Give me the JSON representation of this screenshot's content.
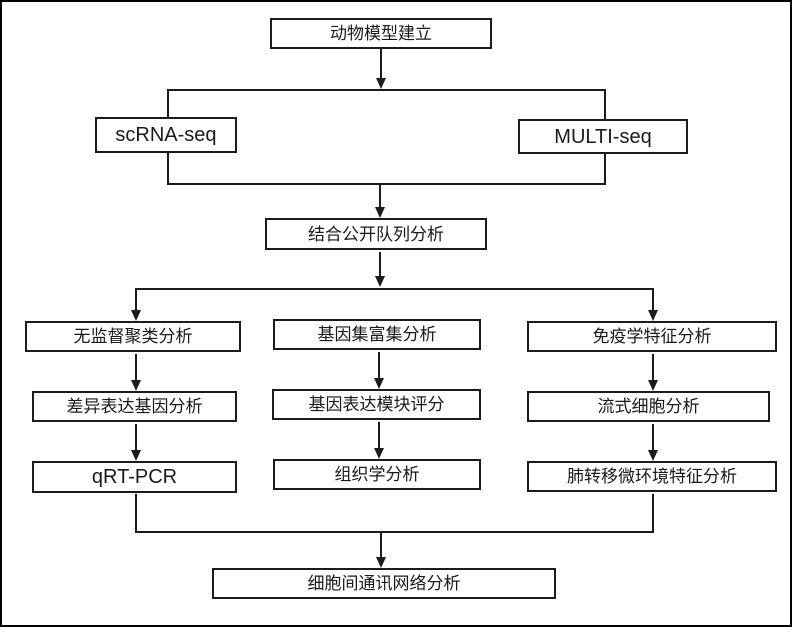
{
  "diagram": {
    "type": "flowchart",
    "background_color": "#ffffff",
    "line_color": "#1c1c1c",
    "box_border_color": "#1c1c1c",
    "box_fill_color": "#ffffff",
    "text_color": "#1a1a1a",
    "nodes": [
      {
        "id": "animal-model-establishment",
        "label": "动物模型建立"
      },
      {
        "id": "scrna-seq",
        "label": "scRNA-seq"
      },
      {
        "id": "multi-seq",
        "label": "MULTI-seq"
      },
      {
        "id": "public-cohort-analysis",
        "label": "结合公开队列分析"
      },
      {
        "id": "unsupervised-clustering",
        "label": "无监督聚类分析"
      },
      {
        "id": "gene-set-enrichment",
        "label": "基因集富集分析"
      },
      {
        "id": "immunological-profiling",
        "label": "免疫学特征分析"
      },
      {
        "id": "differential-expression-analysis",
        "label": "差异表达基因分析"
      },
      {
        "id": "gene-expression-module-scoring",
        "label": "基因表达模块评分"
      },
      {
        "id": "flow-cytometry-analysis",
        "label": "流式细胞分析"
      },
      {
        "id": "qrt-pcr",
        "label": "qRT-PCR"
      },
      {
        "id": "histology-analysis",
        "label": "组织学分析"
      },
      {
        "id": "lung-metastasis-microenvironment",
        "label": "肺转移微环境特征分析"
      },
      {
        "id": "cell-communication-network",
        "label": "细胞间通讯网络分析"
      }
    ],
    "edges": [
      {
        "from": "animal-model-establishment",
        "to": "scrna-seq"
      },
      {
        "from": "animal-model-establishment",
        "to": "multi-seq"
      },
      {
        "from": "scrna-seq",
        "to": "public-cohort-analysis"
      },
      {
        "from": "multi-seq",
        "to": "public-cohort-analysis"
      },
      {
        "from": "public-cohort-analysis",
        "to": "unsupervised-clustering"
      },
      {
        "from": "public-cohort-analysis",
        "to": "gene-set-enrichment"
      },
      {
        "from": "public-cohort-analysis",
        "to": "immunological-profiling"
      },
      {
        "from": "unsupervised-clustering",
        "to": "differential-expression-analysis"
      },
      {
        "from": "gene-set-enrichment",
        "to": "gene-expression-module-scoring"
      },
      {
        "from": "immunological-profiling",
        "to": "flow-cytometry-analysis"
      },
      {
        "from": "differential-expression-analysis",
        "to": "qrt-pcr"
      },
      {
        "from": "gene-expression-module-scoring",
        "to": "histology-analysis"
      },
      {
        "from": "flow-cytometry-analysis",
        "to": "lung-metastasis-microenvironment"
      },
      {
        "from": "qrt-pcr",
        "to": "cell-communication-network"
      },
      {
        "from": "lung-metastasis-microenvironment",
        "to": "cell-communication-network"
      }
    ]
  }
}
